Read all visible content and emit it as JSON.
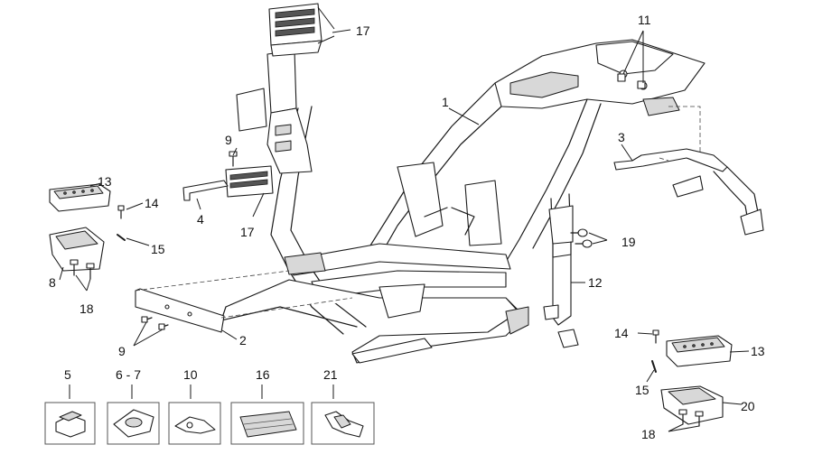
{
  "callouts": {
    "c1": "1",
    "c2": "2",
    "c3": "3",
    "c4": "4",
    "c8": "8",
    "c9a": "9",
    "c9b": "9",
    "c11": "11",
    "c12": "12",
    "c13a": "13",
    "c13b": "13",
    "c14a": "14",
    "c14b": "14",
    "c15a": "15",
    "c15b": "15",
    "c17a": "17",
    "c17b": "17",
    "c18a": "18",
    "c18b": "18",
    "c19": "19",
    "c20": "20"
  },
  "thumbnails": [
    {
      "label": "5"
    },
    {
      "label": "6 - 7"
    },
    {
      "label": "10"
    },
    {
      "label": "16"
    },
    {
      "label": "21"
    }
  ]
}
